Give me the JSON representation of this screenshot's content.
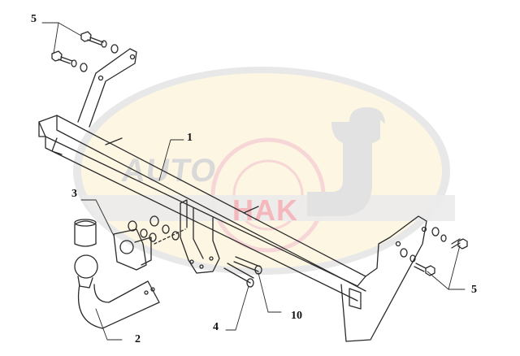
{
  "diagram": {
    "type": "exploded-assembly-drawing",
    "subject": "tow bar / towing hitch",
    "watermark": {
      "text_left": "AUTO",
      "text_right": "HAK",
      "colors": {
        "oval_fill": "#fdf6e2",
        "oval_ring": "#e6e6e6",
        "hook_gray": "#e3e3e3",
        "band_gray": "#ebebeb",
        "hak_red": "#f5b9bd",
        "auto_gray": "#d8d8d8"
      }
    },
    "callouts": [
      {
        "id": "5",
        "label": "5",
        "part": "bolt set (upper left bracket)"
      },
      {
        "id": "1",
        "label": "1",
        "part": "cross beam"
      },
      {
        "id": "3",
        "label": "3",
        "part": "socket mounting plate"
      },
      {
        "id": "2",
        "label": "2",
        "part": "removable tow ball neck"
      },
      {
        "id": "4",
        "label": "4",
        "part": "bolt"
      },
      {
        "id": "10",
        "label": "10",
        "part": "bolt"
      },
      {
        "id": "5b",
        "label": "5",
        "part": "bolt set (right bracket)"
      }
    ],
    "line_color": "#2a2a2a"
  }
}
